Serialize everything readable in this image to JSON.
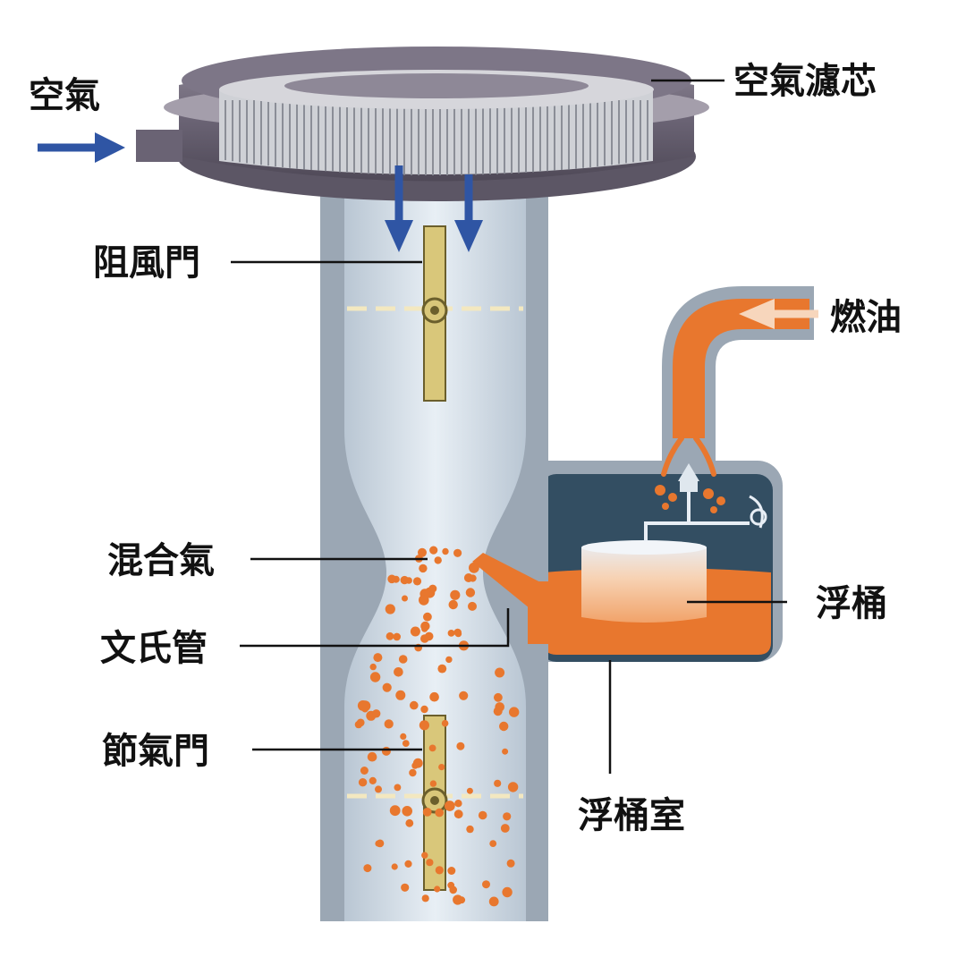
{
  "labels": {
    "air": "空氣",
    "air_filter": "空氣濾芯",
    "choke": "阻風門",
    "fuel": "燃油",
    "mixture": "混合氣",
    "venturi": "文氏管",
    "float": "浮桶",
    "throttle": "節氣門",
    "float_chamber": "浮桶室"
  },
  "colors": {
    "air_arrow": "#2f55a4",
    "fuel": "#e8772e",
    "body": "#9ba7b4",
    "tube_interior": "#d4e0ea",
    "valve": "#d9c77a",
    "filter_housing": "#6d6675",
    "leader_line": "#111111"
  },
  "icons": {
    "air_arrow": "arrow-right-icon",
    "fuel_arrow": "arrow-left-icon",
    "flow_arrow": "arrow-down-icon"
  }
}
